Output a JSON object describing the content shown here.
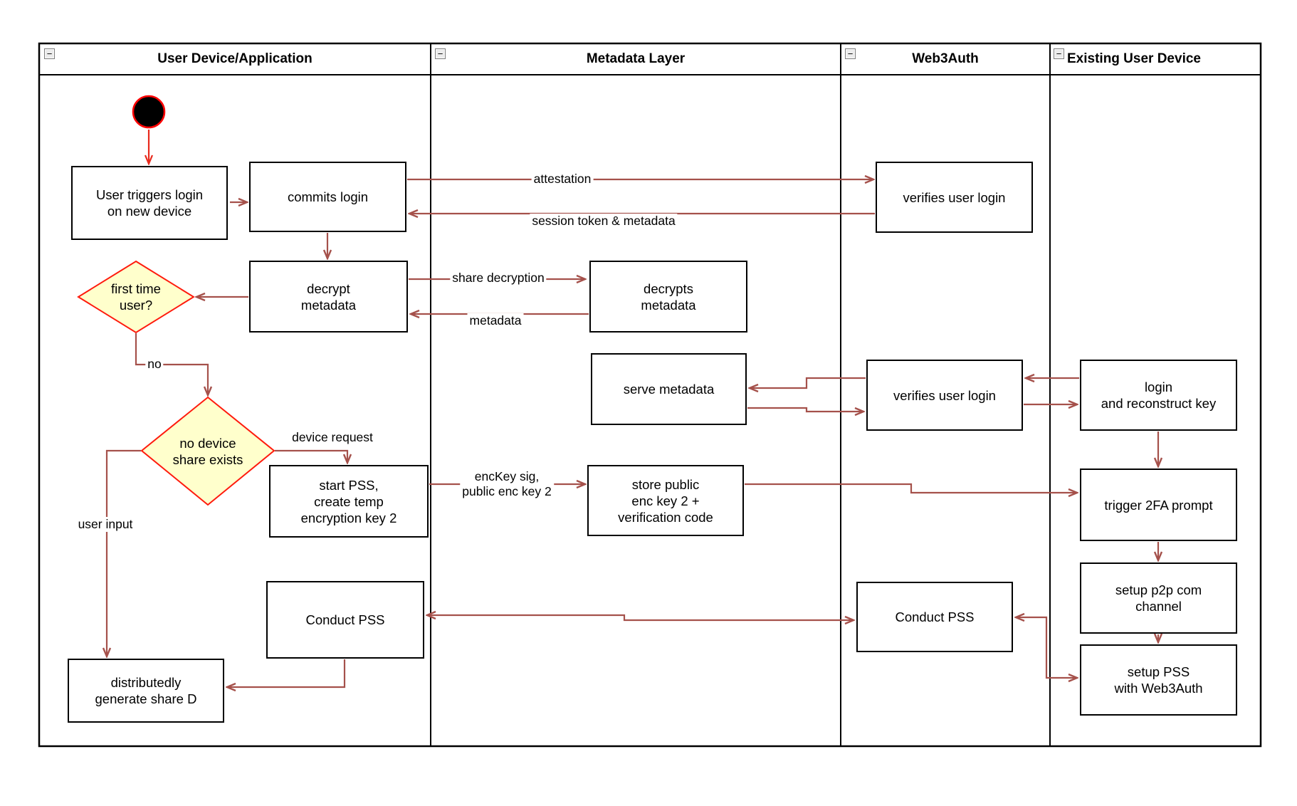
{
  "diagram": {
    "lanes": [
      {
        "title": "User Device/Application"
      },
      {
        "title": "Metadata Layer"
      },
      {
        "title": "Web3Auth"
      },
      {
        "title": "Existing User Device"
      }
    ],
    "collapse_glyph": "−",
    "nodes": {
      "user_triggers": "User triggers login\non new device",
      "commits_login": "commits login",
      "decrypt_metadata": "decrypt\nmetadata",
      "first_time_user": "first time\nuser?",
      "no_device_share": "no device\nshare exists",
      "start_pss": "start PSS,\ncreate temp\nencryption key 2",
      "conduct_pss_user": "Conduct PSS",
      "generate_share_d": "distributedly\ngenerate share D",
      "decrypts_metadata": "decrypts\nmetadata",
      "serve_metadata": "serve metadata",
      "store_public": "store public\nenc key 2 +\nverification code",
      "verifies_login_top": "verifies user login",
      "verifies_login_mid": "verifies user login",
      "conduct_pss_web3auth": "Conduct PSS",
      "login_reconstruct": "login\nand reconstruct key",
      "trigger_2fa": "trigger 2FA prompt",
      "setup_p2p": "setup p2p com\nchannel",
      "setup_pss": "setup PSS\nwith Web3Auth"
    },
    "edge_labels": {
      "attestation": "attestation",
      "session_token": "session token & metadata",
      "share_decryption": "share decryption",
      "metadata": "metadata",
      "no": "no",
      "device_request": "device request",
      "user_input": "user input",
      "enckey": "encKey sig,\npublic enc key 2"
    },
    "colors": {
      "connector": "#A5514B",
      "start_arrow": "#E8291C",
      "decision_fill": "#FFFFCC",
      "decision_border": "#FF1A0D",
      "node_border": "#000000",
      "lane_border": "#000000"
    }
  }
}
